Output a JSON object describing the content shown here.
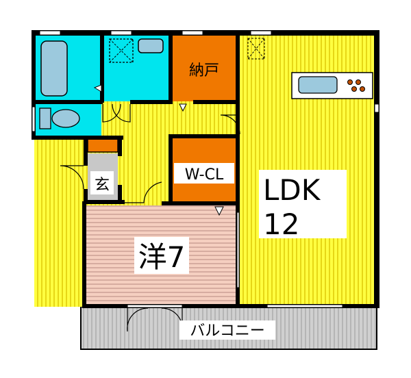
{
  "rooms": {
    "storage": "納戸",
    "walk_in_closet": "W-CL",
    "entrance": "玄",
    "ldk_line1": "LDK",
    "ldk_line2": "12",
    "western_room": "洋7",
    "balcony": "バルコニー"
  },
  "colors": {
    "wall": "#000000",
    "wet_area": "#00e5ee",
    "storage": "#f07800",
    "ldk_floor": "#ffff40",
    "ldk_stripe": "#d9c000",
    "western_floor": "#f5cfc0",
    "western_stripe": "#b88a80",
    "entrance_floor": "#c8c8c8",
    "balcony_floor": "#d0d0d0",
    "fixture": "#9cc9dd"
  }
}
